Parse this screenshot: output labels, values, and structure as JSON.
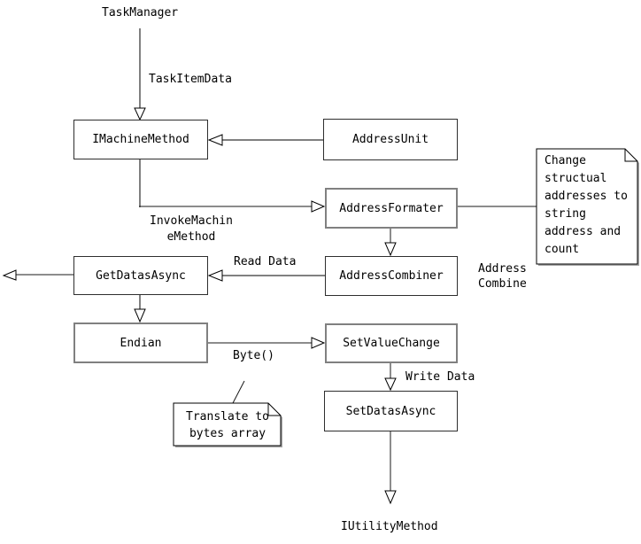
{
  "diagram": {
    "colors": {
      "background": "#ffffff",
      "line": "#1a1a1a",
      "thick_line": "#808080",
      "note_shadow": "#a6a6a6"
    },
    "nodes": {
      "imachine_method": "IMachineMethod",
      "address_unit": "AddressUnit",
      "address_formater": "AddressFormater",
      "address_combiner": "AddressCombiner",
      "get_datas_async": "GetDatasAsync",
      "endian": "Endian",
      "set_value_change": "SetValueChange",
      "set_datas_async": "SetDatasAsync"
    },
    "labels": {
      "task_manager": "TaskManager",
      "task_item_data": "TaskItemData",
      "invoke_machine_method": "InvokeMachin\neMethod",
      "read_data": "Read Data",
      "address_combine": "Address\nCombine",
      "byte_call": "Byte()",
      "write_data": "Write Data",
      "iutility_method": "IUtilityMethod"
    },
    "notes": {
      "change_structural": "Change\nstructual\naddresses to\nstring\naddress and\ncount",
      "translate_bytes": "Translate to\nbytes array"
    },
    "edges": [
      {
        "from": "task_manager",
        "to": "imachine_method",
        "label": "TaskItemData"
      },
      {
        "from": "address_unit",
        "to": "imachine_method",
        "label": ""
      },
      {
        "from": "imachine_method",
        "to": "address_formater",
        "label": "InvokeMachin\neMethod"
      },
      {
        "from": "address_formater",
        "to": "note_change_structural",
        "label": ""
      },
      {
        "from": "address_formater",
        "to": "address_combiner",
        "label": ""
      },
      {
        "from": "address_combiner",
        "to": "get_datas_async",
        "label": "Read Data"
      },
      {
        "from": "get_datas_async",
        "to": "left_exit",
        "label": ""
      },
      {
        "from": "get_datas_async",
        "to": "endian",
        "label": ""
      },
      {
        "from": "endian",
        "to": "set_value_change",
        "label": "Byte()"
      },
      {
        "from": "note_translate_bytes",
        "to": "byte_call",
        "label": ""
      },
      {
        "from": "set_value_change",
        "to": "set_datas_async",
        "label": "Write Data"
      },
      {
        "from": "set_datas_async",
        "to": "iutility_method",
        "label": ""
      }
    ]
  }
}
